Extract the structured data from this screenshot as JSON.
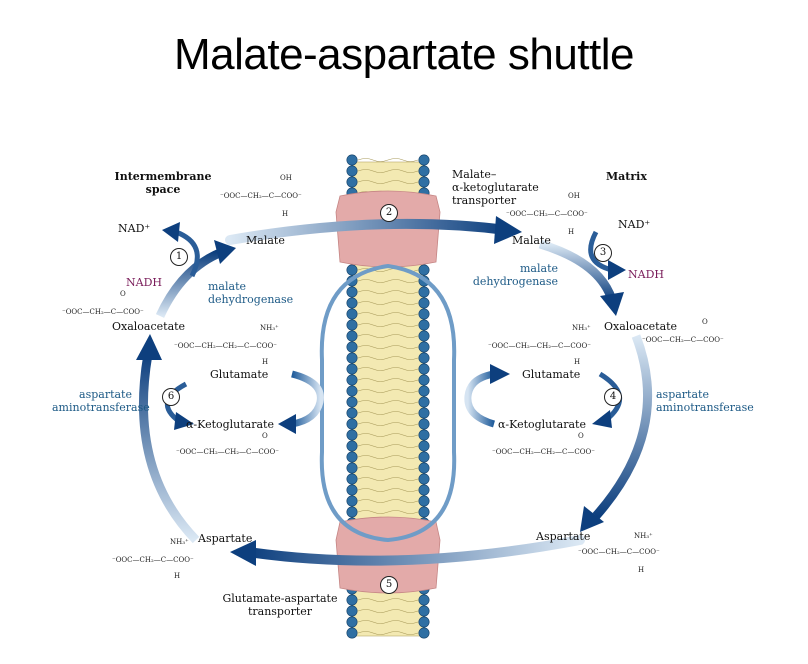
{
  "title": "Malate-aspartate shuttle",
  "compartments": {
    "intermembrane": "Intermembrane\nspace",
    "matrix": "Matrix"
  },
  "transporters": {
    "malate_akg": "Malate–\nα-ketoglutarate\ntransporter",
    "glutamate_aspartate": "Glutamate-aspartate\ntransporter"
  },
  "left": {
    "nad": "NAD⁺",
    "nadh": "NADH",
    "malate": "Malate",
    "oxaloacetate": "Oxaloacetate",
    "glutamate": "Glutamate",
    "a_ketoglutarate": "α-Ketoglutarate",
    "aspartate": "Aspartate",
    "enzyme_mdh": "malate\ndehydrogenase",
    "enzyme_at": "aspartate\naminotransferase"
  },
  "right": {
    "nad": "NAD⁺",
    "nadh": "NADH",
    "malate": "Malate",
    "oxaloacetate": "Oxaloacetate",
    "glutamate": "Glutamate",
    "a_ketoglutarate": "α-Ketoglutarate",
    "aspartate": "Aspartate",
    "enzyme_mdh": "malate\ndehydrogenase",
    "enzyme_at": "aspartate\naminotransferase"
  },
  "steps": [
    "1",
    "2",
    "3",
    "4",
    "5",
    "6"
  ],
  "formulas": {
    "malate_oh": "OH",
    "malate_main": "⁻OOC—CH₂—C—COO⁻",
    "malate_h": "H",
    "oaa_o": "O",
    "oaa_main": "⁻OOC—CH₂—C—COO⁻",
    "glu_nh3": "NH₃⁺",
    "glu_main": "⁻OOC—CH₂—CH₂—C—COO⁻",
    "glu_h": "H",
    "akg_o": "O",
    "akg_main": "⁻OOC—CH₂—CH₂—C—COO⁻",
    "asp_nh3": "NH₃⁺",
    "asp_main": "⁻OOC—CH₂—C—COO⁻",
    "asp_h": "H"
  },
  "colors": {
    "arrow_dark": "#0d3f7e",
    "arrow_light": "#dbe8f4",
    "transporter": "#e3aaa9",
    "lipid_head": "#2f6fa3",
    "lipid_tail": "#f3e9b2"
  }
}
